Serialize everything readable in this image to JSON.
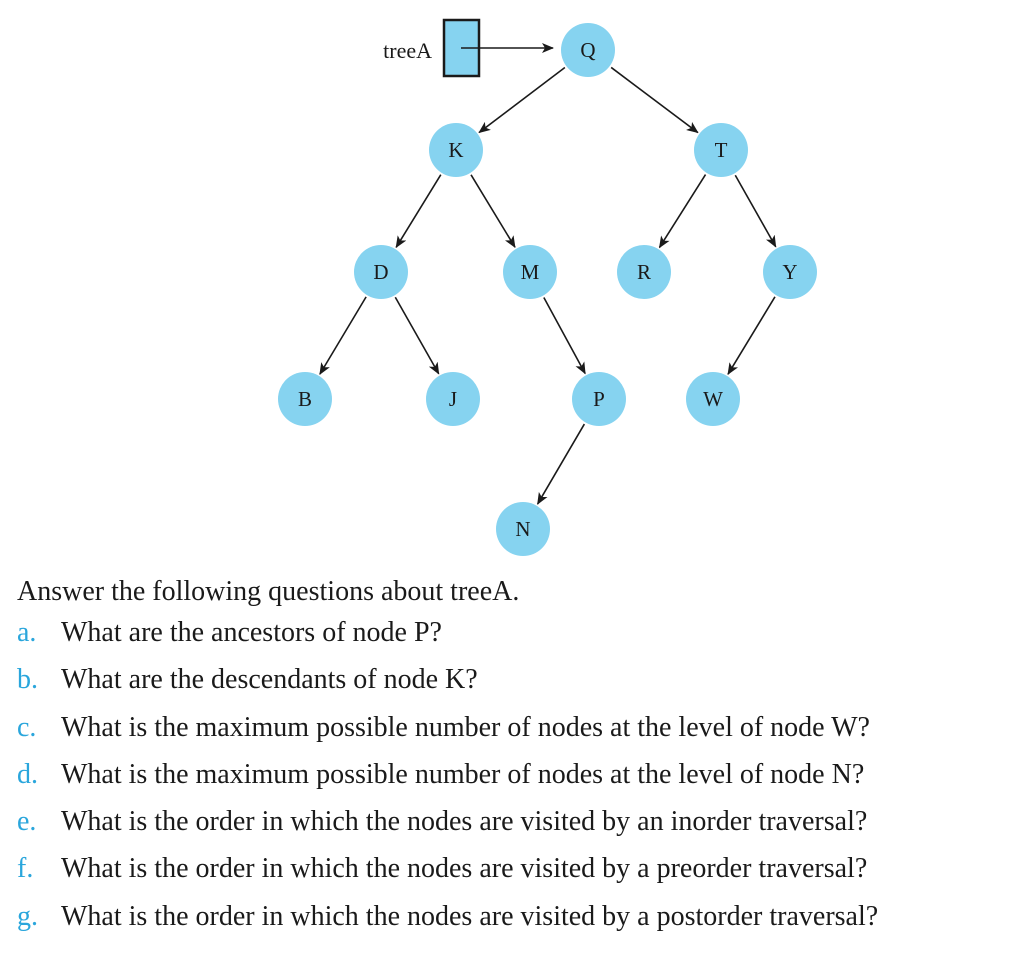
{
  "diagram": {
    "root_label": "treeA",
    "node_fill": "#86d3f0",
    "pointer_box_fill": "#86d3f0",
    "edge_color": "#1a1a1a",
    "nodes": [
      {
        "id": "Q",
        "label": "Q"
      },
      {
        "id": "K",
        "label": "K"
      },
      {
        "id": "T",
        "label": "T"
      },
      {
        "id": "D",
        "label": "D"
      },
      {
        "id": "M",
        "label": "M"
      },
      {
        "id": "R",
        "label": "R"
      },
      {
        "id": "Y",
        "label": "Y"
      },
      {
        "id": "B",
        "label": "B"
      },
      {
        "id": "J",
        "label": "J"
      },
      {
        "id": "P",
        "label": "P"
      },
      {
        "id": "W",
        "label": "W"
      },
      {
        "id": "N",
        "label": "N"
      }
    ],
    "edges": [
      {
        "from": "Q",
        "to": "K"
      },
      {
        "from": "Q",
        "to": "T"
      },
      {
        "from": "K",
        "to": "D"
      },
      {
        "from": "K",
        "to": "M"
      },
      {
        "from": "T",
        "to": "R"
      },
      {
        "from": "T",
        "to": "Y"
      },
      {
        "from": "D",
        "to": "B"
      },
      {
        "from": "D",
        "to": "J"
      },
      {
        "from": "M",
        "to": "P"
      },
      {
        "from": "Y",
        "to": "W"
      },
      {
        "from": "P",
        "to": "N"
      }
    ]
  },
  "intro": "Answer the following questions about treeA.",
  "accent_color": "#2aa6dc",
  "questions": [
    {
      "letter": "a.",
      "text": "What are the ancestors of node P?"
    },
    {
      "letter": "b.",
      "text": "What are the descendants of node K?"
    },
    {
      "letter": "c.",
      "text": "What is the maximum possible number of nodes at the level of node W?"
    },
    {
      "letter": "d.",
      "text": "What is the maximum possible number of nodes at the level of node N?"
    },
    {
      "letter": "e.",
      "text": "What is the order in which the nodes are visited by an inorder traversal?"
    },
    {
      "letter": "f.",
      "text": "What is the order in which the nodes are visited by a preorder traversal?"
    },
    {
      "letter": "g.",
      "text": "What is the order in which the nodes are visited by a postorder traversal?"
    }
  ]
}
